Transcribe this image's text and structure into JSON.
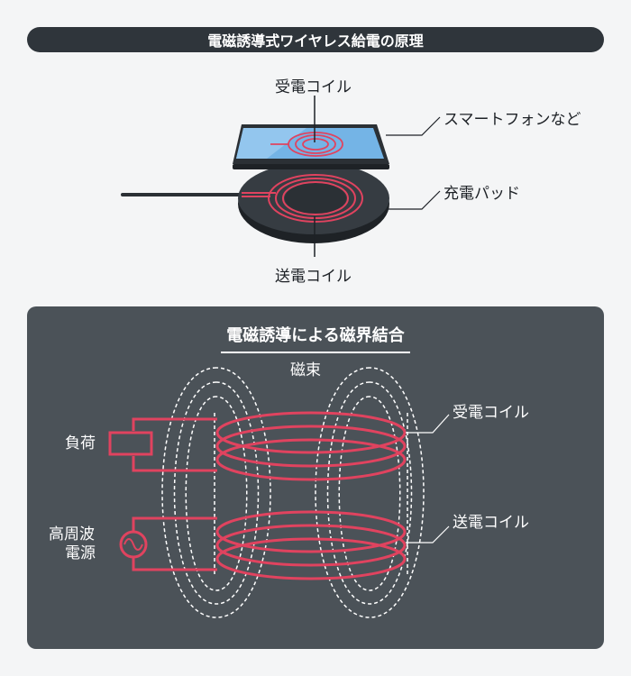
{
  "title": "電磁誘導式ワイヤレス給電の原理",
  "top": {
    "receive_coil": "受電コイル",
    "smartphone": "スマートフォンなど",
    "charging_pad": "充電パッド",
    "send_coil": "送電コイル"
  },
  "bottom": {
    "title": "電磁誘導による磁界結合",
    "flux": "磁束",
    "load": "負荷",
    "power_source_line1": "高周波",
    "power_source_line2": "電源",
    "receive_coil": "受電コイル",
    "send_coil": "送電コイル"
  },
  "colors": {
    "coil": "#e0435f",
    "panel": "#4b5258",
    "phone_screen": "#74b4e6",
    "pad": "#2b3035"
  }
}
